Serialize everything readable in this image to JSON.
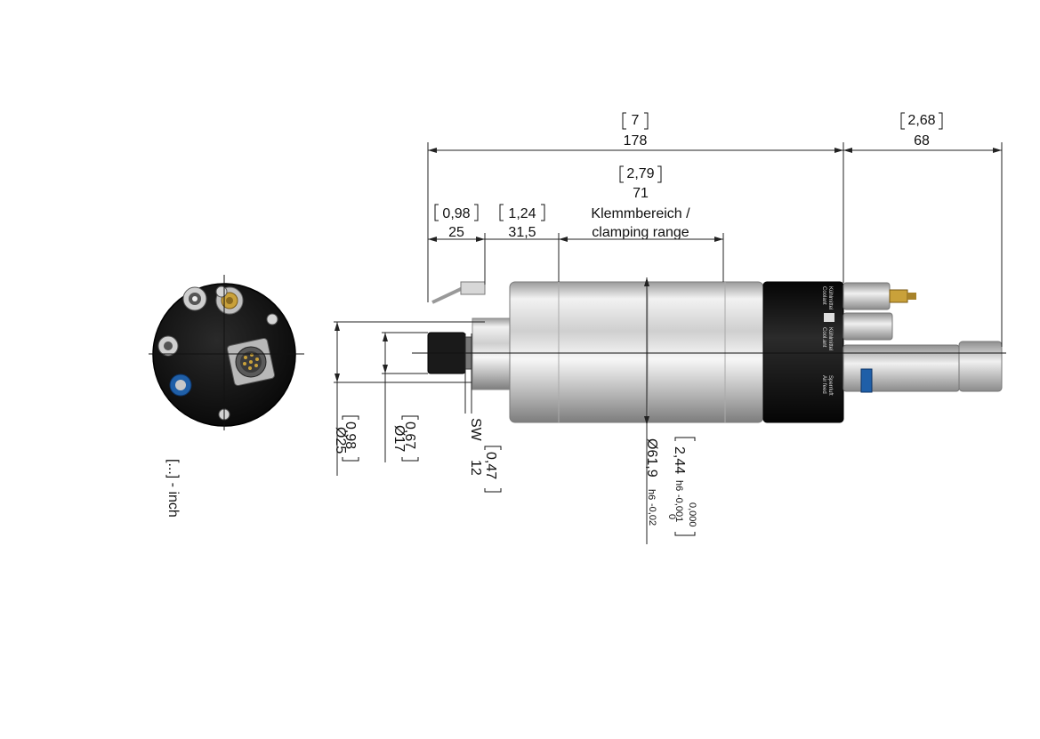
{
  "dimensions": {
    "overall_length": {
      "inch": "7",
      "mm": "178"
    },
    "connector_length": {
      "inch": "2,68",
      "mm": "68"
    },
    "clamping_length": {
      "inch": "2,79",
      "mm": "71"
    },
    "nose_length": {
      "inch": "0,98",
      "mm": "25"
    },
    "offset_length": {
      "inch": "1,24",
      "mm": "31,5"
    },
    "clamping_label_line1": "Klemmbereich /",
    "clamping_label_line2": "clamping range",
    "nut_diameter": {
      "inch": "0,98",
      "mm": "Ø25"
    },
    "collet_diameter": {
      "inch": "0,67",
      "mm": "Ø17"
    },
    "wrench_size": {
      "label": "SW",
      "mm": "12",
      "inch": "0,47"
    },
    "body_diameter": {
      "mm": "Ø61,9",
      "mm_tol_class": "h6",
      "mm_tol_upper": "0",
      "mm_tol_lower": "-0,02",
      "inch": "2,44",
      "inch_tol_class": "h6",
      "inch_tol_upper": "0,000",
      "inch_tol_lower": "-0,001"
    }
  },
  "unit_note": "[...] - inch",
  "port_labels": {
    "coolant_de": "Kühlmittel",
    "coolant_en": "Coolant",
    "coolant_in_de": "Kühlmittel",
    "coolant_in_en": "Cool.ant",
    "airfeed_de": "Sperrluft",
    "airfeed_en": "Air feed"
  },
  "colors": {
    "line": "#222222",
    "body_light": "#e9e9e9",
    "body_dark": "#8a8a8a",
    "cap": "#1a1a1a",
    "port_blue": "#1f5fa8",
    "brass": "#c9a13a"
  }
}
